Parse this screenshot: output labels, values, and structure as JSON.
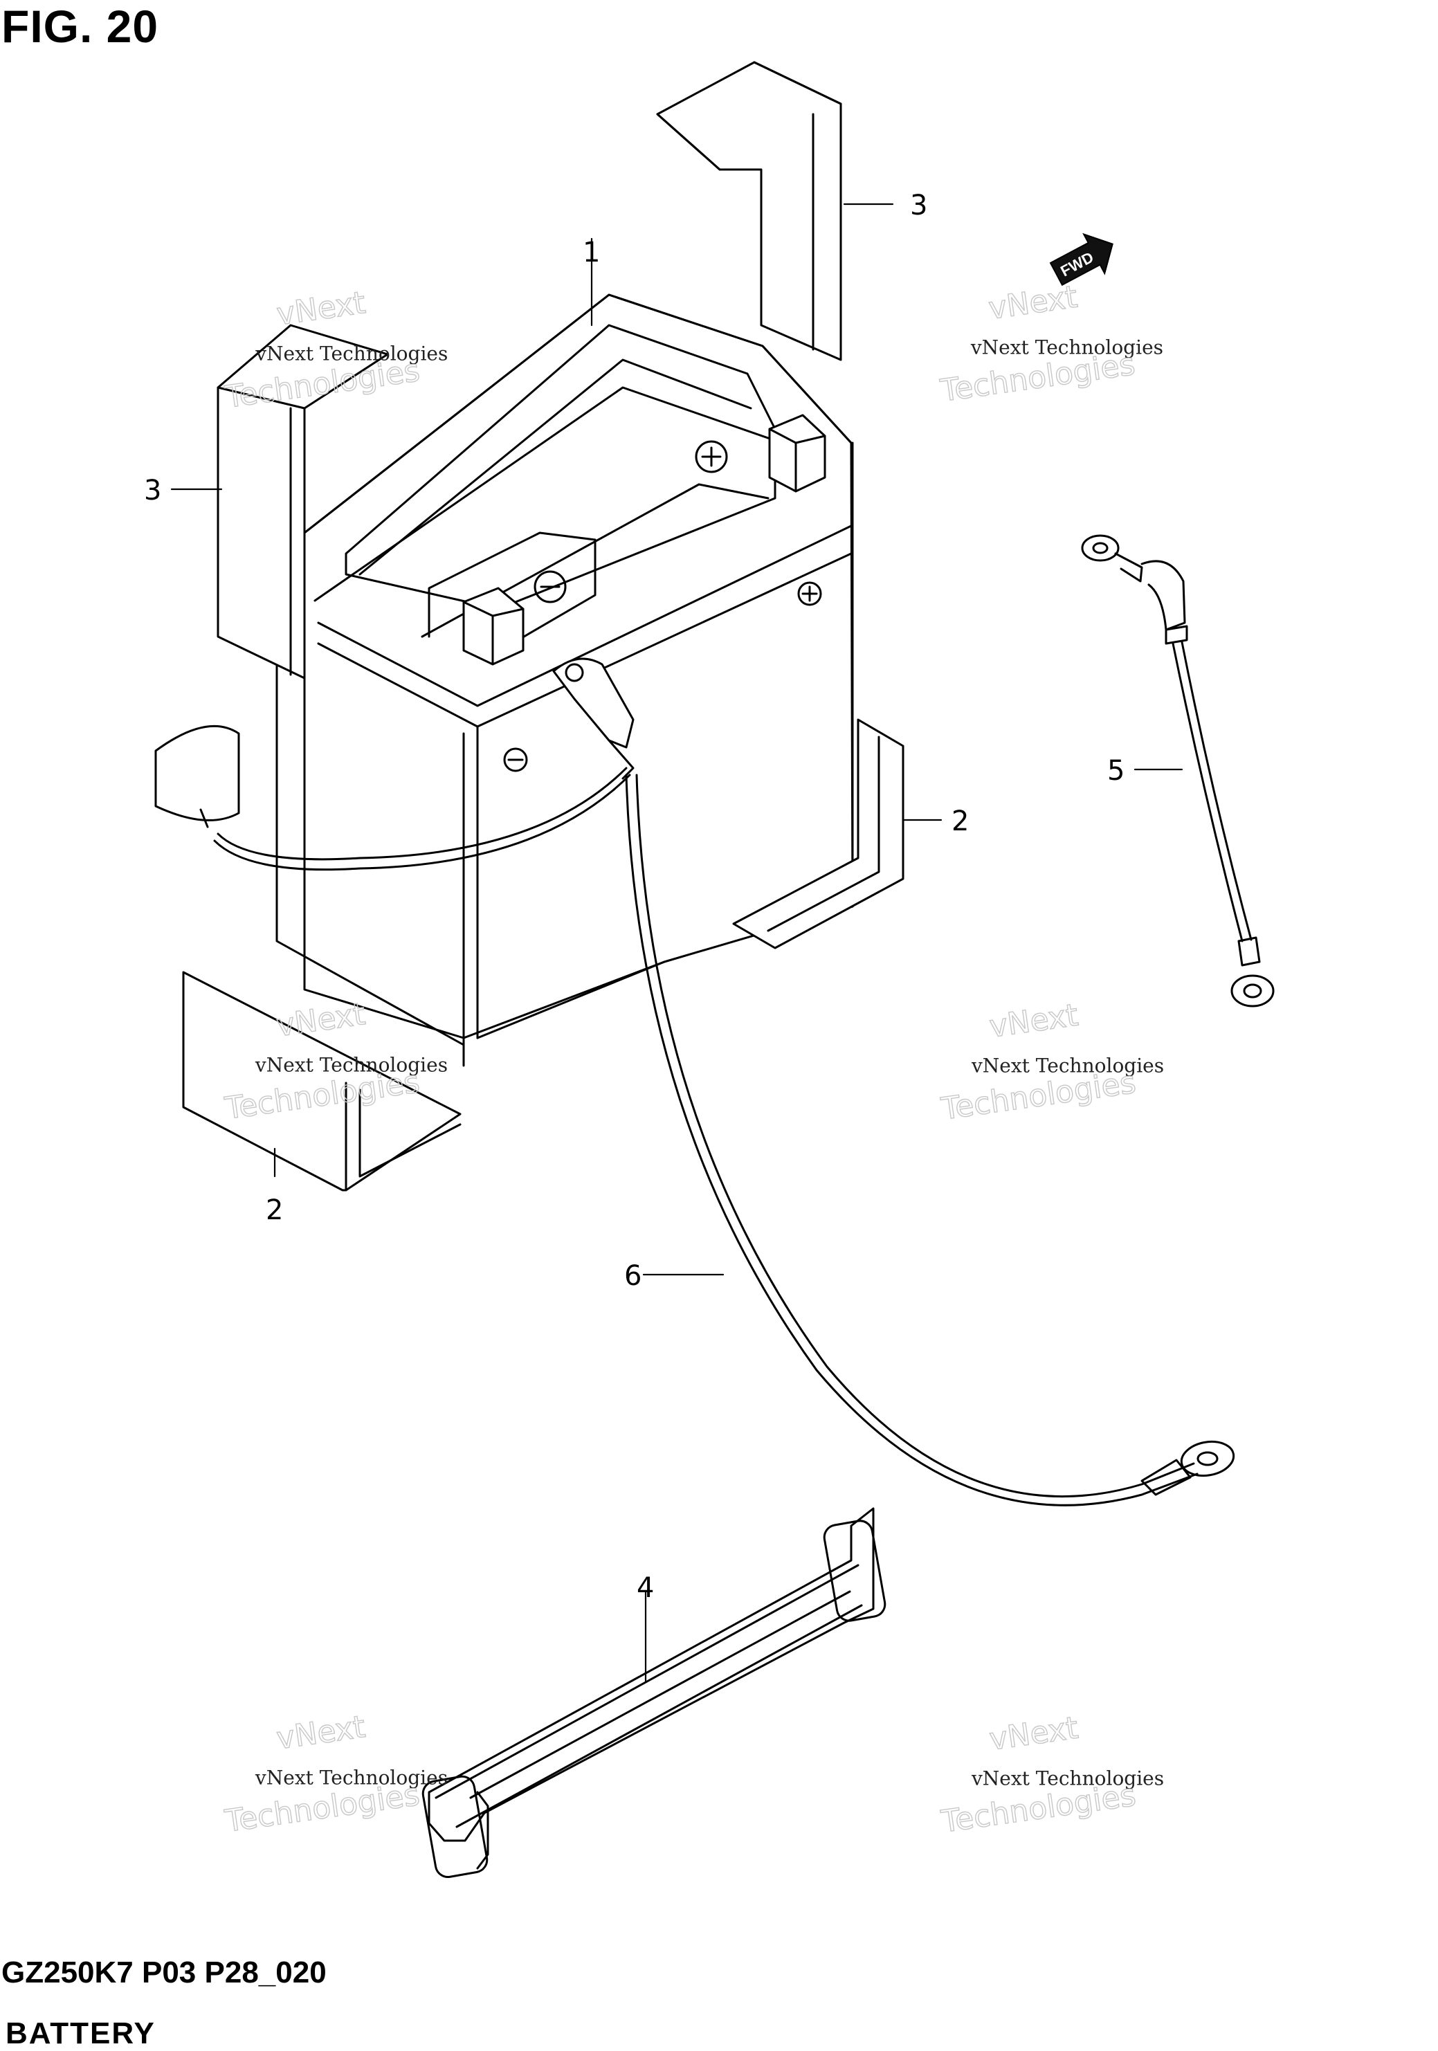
{
  "header": {
    "figure_label": "FIG. 20"
  },
  "footer": {
    "model_code": "GZ250K7 P03 P28_020",
    "section_title": "BATTERY"
  },
  "callouts": {
    "c1": "1",
    "c2a": "2",
    "c2b": "2",
    "c3a": "3",
    "c3b": "3",
    "c4": "4",
    "c5": "5",
    "c6": "6"
  },
  "direction_badge": {
    "label": "FWD"
  },
  "watermark": {
    "line1": "vNext Technologies",
    "line2": "vNext",
    "line3": "Technologies"
  }
}
